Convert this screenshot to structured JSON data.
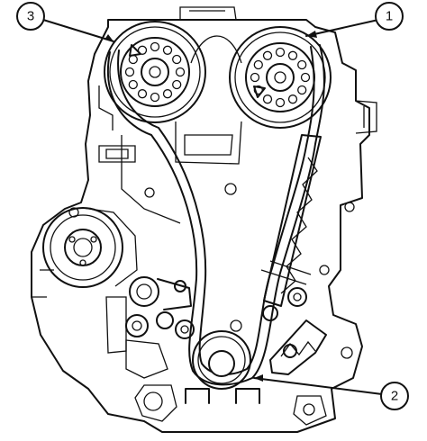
{
  "callouts": [
    {
      "id": "callout-1",
      "label": "1"
    },
    {
      "id": "callout-2",
      "label": "2"
    },
    {
      "id": "callout-3",
      "label": "3"
    }
  ],
  "colors": {
    "ink": "#111111",
    "paper": "#ffffff"
  },
  "icons": [
    "camshaft-sprocket-icon",
    "crankshaft-sprocket-icon",
    "timing-chain-icon",
    "chain-guide-icon",
    "chain-tensioner-icon"
  ]
}
